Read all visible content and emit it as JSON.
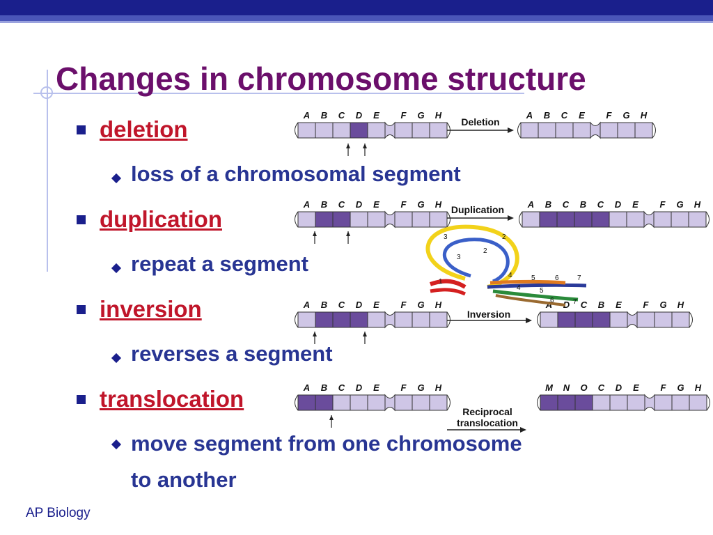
{
  "title": "Changes in chromosome structure",
  "footer": "AP Biology",
  "items": [
    {
      "term": "deletion",
      "desc": "loss of a chromosomal segment"
    },
    {
      "term": "duplication",
      "desc": "repeat a segment"
    },
    {
      "term": "inversion",
      "desc": "reverses a segment"
    },
    {
      "term": "translocation",
      "desc_line1": "move segment from one chromosome",
      "desc_line2": "to another"
    }
  ],
  "diagrams": {
    "deletion": {
      "before": [
        "A",
        "B",
        "C",
        "D",
        "E",
        "F",
        "G",
        "H"
      ],
      "after": [
        "A",
        "B",
        "C",
        "E",
        "F",
        "G",
        "H"
      ],
      "arrow_label": "Deletion"
    },
    "duplication": {
      "before": [
        "A",
        "B",
        "C",
        "D",
        "E",
        "F",
        "G",
        "H"
      ],
      "after": [
        "A",
        "B",
        "C",
        "B",
        "C",
        "D",
        "E",
        "F",
        "G",
        "H"
      ],
      "arrow_label": "Duplication"
    },
    "inversion": {
      "before": [
        "A",
        "B",
        "C",
        "D",
        "E",
        "F",
        "G",
        "H"
      ],
      "after": [
        "A",
        "D",
        "C",
        "B",
        "E",
        "F",
        "G",
        "H"
      ],
      "arrow_label": "Inversion"
    },
    "translocation": {
      "before": [
        "A",
        "B",
        "C",
        "D",
        "E",
        "F",
        "G",
        "H"
      ],
      "after": [
        "M",
        "N",
        "O",
        "C",
        "D",
        "E",
        "F",
        "G",
        "H"
      ],
      "arrow_label_1": "Reciprocal",
      "arrow_label_2": "translocation"
    },
    "loop_numbers": [
      "1",
      "2",
      "3",
      "4",
      "5",
      "6",
      "7",
      "2",
      "3",
      "4",
      "5",
      "6",
      "7"
    ]
  },
  "colors": {
    "title": "#6b0f6b",
    "term": "#c0152a",
    "body": "#283593",
    "chromosome_light": "#cfc6e6",
    "chromosome_dark": "#6a4c9c"
  }
}
